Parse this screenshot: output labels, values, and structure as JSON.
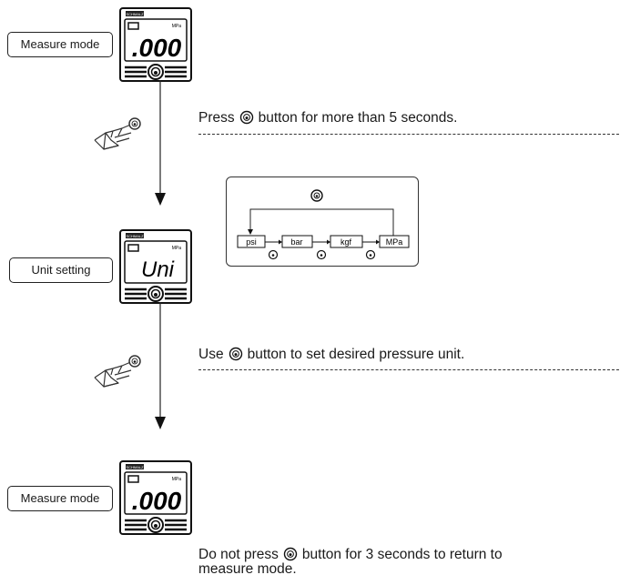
{
  "modes": {
    "measure_top": "Measure mode",
    "unit_setting": "Unit setting",
    "measure_bottom": "Measure mode"
  },
  "display": {
    "brand": "SCHMALZ",
    "unit": "MPa",
    "reading_top": ".000",
    "reading_mid": "Uni",
    "reading_bottom": ".000"
  },
  "instructions": {
    "step1_before": "Press",
    "step1_after": "button for more than 5 seconds.",
    "step2_before": "Use",
    "step2_after": "button to  set desired pressure unit.",
    "step3_before": "Do not press",
    "step3_after": "button for 3 seconds to return to",
    "step3_line2": "measure mode."
  },
  "unit_cycle": {
    "units": [
      "psi",
      "bar",
      "kgf",
      "MPa"
    ]
  },
  "icons": {
    "mode_button": "circle-dot-button-icon",
    "hand": "pressing-hand-icon",
    "arrow": "down-arrow-icon"
  }
}
